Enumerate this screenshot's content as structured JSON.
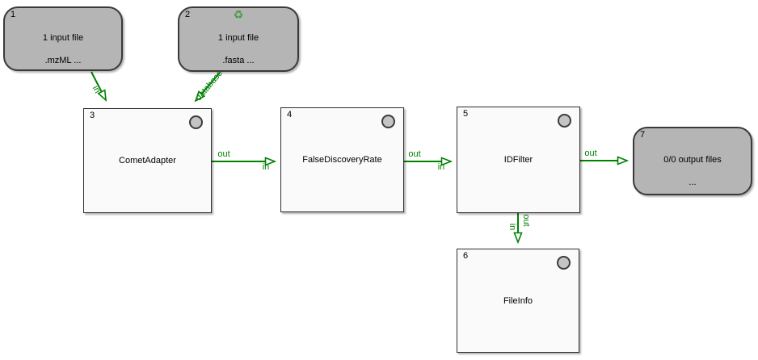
{
  "colors": {
    "edge_green": "#008000",
    "io_node_fill": "#b5b5b5",
    "tool_node_fill": "#fafafa",
    "node_border": "#3a3a3a",
    "recycle_icon_green": "#3f9b3f"
  },
  "icons": {
    "recycle_glyph": "♻",
    "status_indicator": "gray-circle"
  },
  "nodes": [
    {
      "number": "1",
      "type": "input",
      "line1": "1 input file",
      "line2": ".mzML ..."
    },
    {
      "number": "2",
      "type": "input",
      "line1": "1 input file",
      "line2": ".fasta ..."
    },
    {
      "number": "3",
      "type": "tool",
      "label": "CometAdapter"
    },
    {
      "number": "4",
      "type": "tool",
      "label": "FalseDiscoveryRate"
    },
    {
      "number": "5",
      "type": "tool",
      "label": "IDFilter"
    },
    {
      "number": "6",
      "type": "tool",
      "label": "FileInfo"
    },
    {
      "number": "7",
      "type": "output",
      "line1": "0/0 output files",
      "line2": "..."
    }
  ],
  "edges": [
    {
      "from": "1",
      "to": "3",
      "labels": {
        "target": "in"
      }
    },
    {
      "from": "2",
      "to": "3",
      "labels": {
        "target": "database"
      }
    },
    {
      "from": "3",
      "to": "4",
      "labels": {
        "source": "out",
        "target": "in"
      }
    },
    {
      "from": "4",
      "to": "5",
      "labels": {
        "source": "out",
        "target": "in"
      }
    },
    {
      "from": "5",
      "to": "7",
      "labels": {
        "source": "out"
      }
    },
    {
      "from": "5",
      "to": "6",
      "labels": {
        "source": "out",
        "target": "in"
      }
    }
  ]
}
